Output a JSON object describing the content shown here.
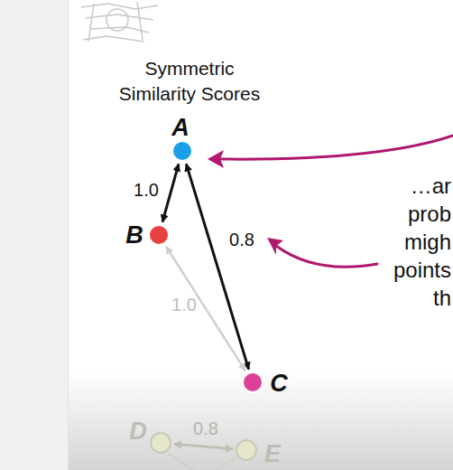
{
  "diagram": {
    "title": "Symmetric Similarity Scores",
    "nodes": [
      {
        "text": [
          "A"
        ]
      },
      {
        "text": [
          "B"
        ]
      },
      {
        "text": [
          "C"
        ]
      },
      {
        "text": [
          "D"
        ]
      },
      {
        "text": [
          "E"
        ]
      }
    ],
    "edges": [
      {
        "from": 0,
        "to": 1,
        "label": "1.0",
        "arrow": "both"
      },
      {
        "from": 0,
        "to": 2,
        "label": "0.8",
        "arrow": "both"
      },
      {
        "from": 1,
        "to": 2,
        "label": "1.0",
        "arrow": "both"
      },
      {
        "from": 3,
        "to": 4,
        "label": "0.8",
        "arrow": "both"
      }
    ],
    "labels": [
      "…ar",
      "prob",
      "migh",
      "points",
      "th"
    ]
  }
}
